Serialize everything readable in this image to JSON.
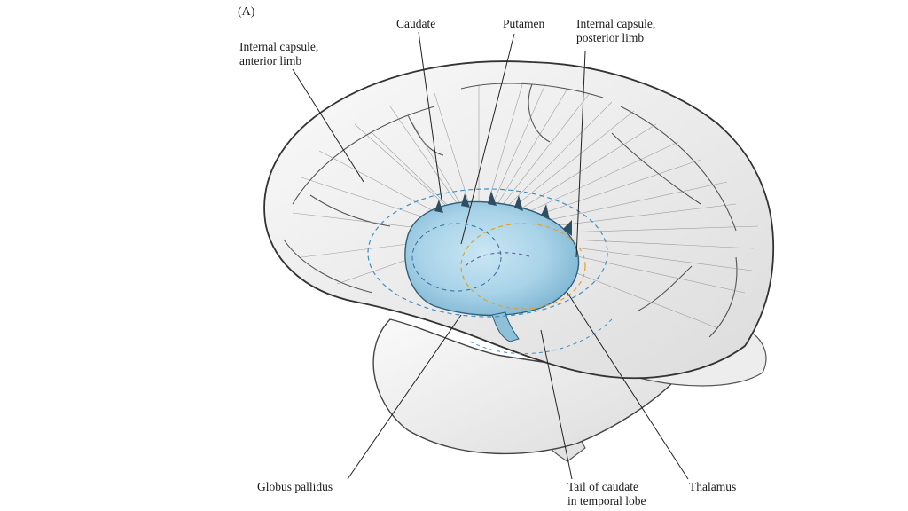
{
  "figure": {
    "panel_label": "(A)",
    "labels": {
      "internal_capsule_anterior": {
        "line1": "Internal capsule,",
        "line2": "anterior limb"
      },
      "caudate": "Caudate",
      "putamen": "Putamen",
      "internal_capsule_posterior": {
        "line1": "Internal capsule,",
        "line2": "posterior limb"
      },
      "globus_pallidus": "Globus pallidus",
      "tail_of_caudate": {
        "line1": "Tail of caudate",
        "line2": "in temporal lobe"
      },
      "thalamus": "Thalamus"
    }
  },
  "colors": {
    "basal_ganglia_fill": "#a9d3e8",
    "brain_fill": "#f2f2f2",
    "outline": "#3a3a3a",
    "caudate_dash": "#3f8fbf",
    "thalamus_dash": "#e0a030",
    "purple_dash": "#7a5aa8"
  }
}
